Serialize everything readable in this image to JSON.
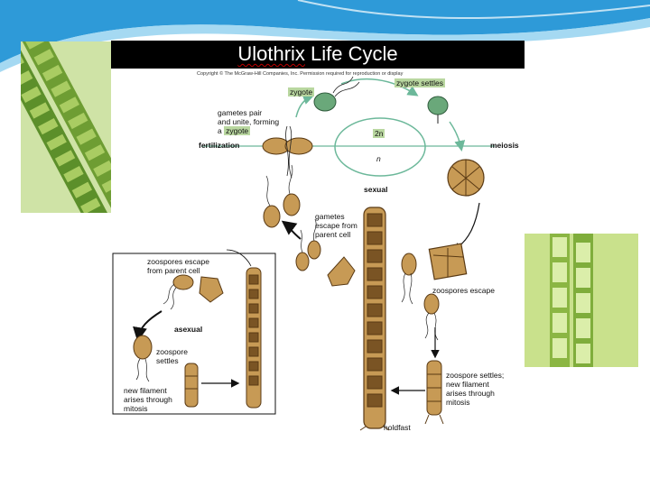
{
  "slide": {
    "title_word1": "Ulothrix",
    "title_rest": " Life Cycle"
  },
  "diagram": {
    "copyright": "Copyright © The McGraw-Hill Companies, Inc. Permission required for reproduction or display",
    "labels": {
      "zygote": "zygote",
      "zygote_settles": "zygote settles",
      "gametes_pair_1": "gametes pair",
      "gametes_pair_2": "and unite, forming",
      "gametes_pair_3": "a",
      "gametes_pair_zygote": "zygote",
      "fertilization": "fertilization",
      "meiosis": "meiosis",
      "two_n": "2n",
      "n": "n",
      "sexual": "sexual",
      "gametes_escape_1": "gametes",
      "gametes_escape_2": "escape from",
      "gametes_escape_3": "parent cell",
      "zoospores_escape_parent_1": "zoospores escape",
      "zoospores_escape_parent_2": "from parent cell",
      "asexual": "asexual",
      "zoospore_settles_1": "zoospore",
      "zoospore_settles_2": "settles",
      "new_filament_1": "new filament",
      "new_filament_2": "arises through",
      "new_filament_3": "mitosis",
      "zoospores_escape": "zoospores escape",
      "zs_settles_1": "zoospore settles;",
      "zs_settles_2": "new filament",
      "zs_settles_3": "arises through",
      "zs_settles_4": "mitosis",
      "holdfast": "holdfast"
    },
    "colors": {
      "cell_tan": "#c79a55",
      "cell_dark": "#5a3a14",
      "zygote_green": "#6aa87a",
      "highlight_green": "#b9d7a0",
      "arrow_green": "#6cb89a"
    }
  }
}
